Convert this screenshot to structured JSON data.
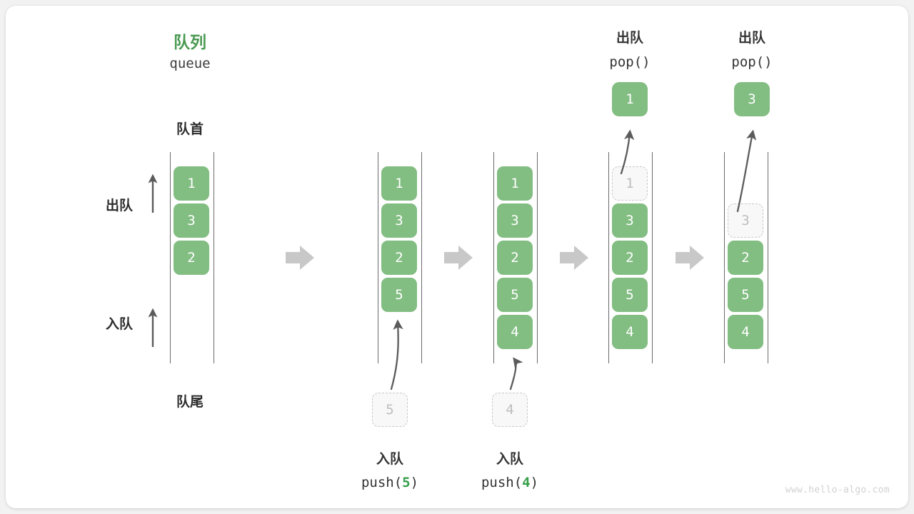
{
  "diagram": {
    "title_cn": "队列",
    "title_en": "queue",
    "front_label": "队首",
    "rear_label": "队尾",
    "dequeue_label": "出队",
    "enqueue_label": "入队",
    "accent_green": "#4a9a52",
    "cell_green": "#82bd82",
    "ghost_grey": "#bdbdbd",
    "arrow_grey": "#5b5b5b",
    "step_arrow_grey": "#c8c8c8",
    "watermark": "www.hello-algo.com"
  },
  "columns": [
    {
      "id": "initial",
      "top_label_cn": "",
      "top_label_code": "",
      "cells": [
        {
          "value": "1",
          "state": "filled"
        },
        {
          "value": "3",
          "state": "filled"
        },
        {
          "value": "2",
          "state": "filled"
        }
      ],
      "incoming": null,
      "outgoing": null,
      "bottom_label_cn": "",
      "bottom_label_code": ""
    },
    {
      "id": "push-5",
      "top_label_cn": "",
      "top_label_code": "",
      "cells": [
        {
          "value": "1",
          "state": "filled"
        },
        {
          "value": "3",
          "state": "filled"
        },
        {
          "value": "2",
          "state": "filled"
        },
        {
          "value": "5",
          "state": "filled"
        }
      ],
      "incoming": {
        "value": "5",
        "state": "ghost"
      },
      "outgoing": null,
      "bottom_label_cn": "入队",
      "bottom_label_code_pre": "push(",
      "bottom_label_code_num": "5",
      "bottom_label_code_post": ")"
    },
    {
      "id": "push-4",
      "top_label_cn": "",
      "top_label_code": "",
      "cells": [
        {
          "value": "1",
          "state": "filled"
        },
        {
          "value": "3",
          "state": "filled"
        },
        {
          "value": "2",
          "state": "filled"
        },
        {
          "value": "5",
          "state": "filled"
        },
        {
          "value": "4",
          "state": "filled"
        }
      ],
      "incoming": {
        "value": "4",
        "state": "ghost"
      },
      "outgoing": null,
      "bottom_label_cn": "入队",
      "bottom_label_code_pre": "push(",
      "bottom_label_code_num": "4",
      "bottom_label_code_post": ")"
    },
    {
      "id": "pop-1",
      "top_label_cn": "出队",
      "top_label_code": "pop()",
      "cells": [
        {
          "value": "1",
          "state": "ghost"
        },
        {
          "value": "3",
          "state": "filled"
        },
        {
          "value": "2",
          "state": "filled"
        },
        {
          "value": "5",
          "state": "filled"
        },
        {
          "value": "4",
          "state": "filled"
        }
      ],
      "incoming": null,
      "outgoing": {
        "value": "1",
        "state": "filled"
      },
      "bottom_label_cn": "",
      "bottom_label_code": ""
    },
    {
      "id": "pop-3",
      "top_label_cn": "出队",
      "top_label_code": "pop()",
      "cells": [
        {
          "value": "",
          "state": "empty"
        },
        {
          "value": "3",
          "state": "ghost"
        },
        {
          "value": "2",
          "state": "filled"
        },
        {
          "value": "5",
          "state": "filled"
        },
        {
          "value": "4",
          "state": "filled"
        }
      ],
      "incoming": null,
      "outgoing": {
        "value": "3",
        "state": "filled"
      },
      "bottom_label_cn": "",
      "bottom_label_code": ""
    }
  ],
  "step_arrows": 4
}
